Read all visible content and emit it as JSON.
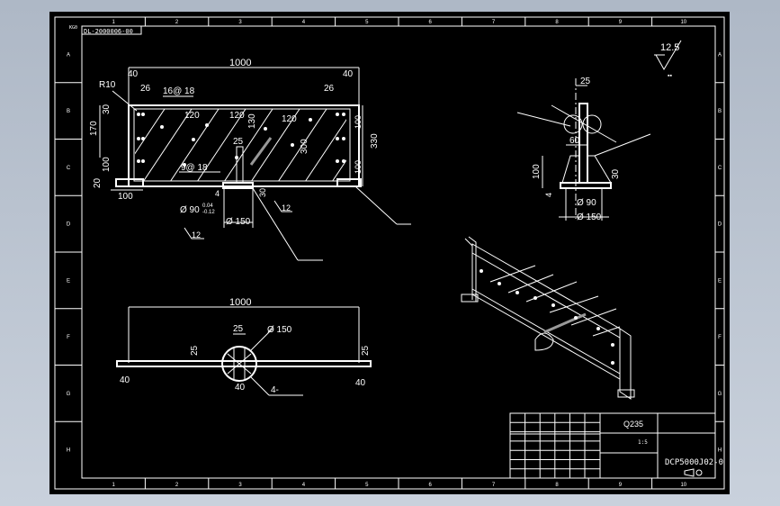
{
  "frame": {
    "cols": [
      "1",
      "2",
      "3",
      "4",
      "5",
      "6",
      "7",
      "8",
      "9",
      "10"
    ],
    "rows": [
      "A",
      "B",
      "C",
      "D",
      "E",
      "F",
      "G",
      "H"
    ],
    "title_code_top": "DL-2000006-00",
    "corner_mark": "KG0",
    "surface_roughness": "12.5"
  },
  "front_view": {
    "overall_width": "1000",
    "dim_left_40": "40",
    "dim_right_40": "40",
    "dim_26_left": "26",
    "dim_26_right": "26",
    "radius": "R10",
    "hole_spec": "16@ 18",
    "dim_120_a": "120",
    "dim_120_b": "120",
    "dim_120_c": "120",
    "dim_130": "130",
    "dim_330": "330",
    "dim_300": "300",
    "dim_170": "170",
    "dim_30": "30",
    "dim_100_left": "100",
    "dim_20": "20",
    "dim_100_bottom": "100",
    "dim_100_right_a": "100",
    "dim_100_right_b": "100",
    "dim_25": "25",
    "dim_4": "4",
    "dim_30b": "30",
    "hole_9": "9@ 18",
    "dia_90": "Ø 90",
    "dia_150": "Ø 150",
    "tol": "0.04",
    "tol2": "-0.12",
    "rough_a": "12",
    "rough_b": "12"
  },
  "side_view": {
    "dim_25": "25",
    "dim_60": "60",
    "dim_100": "100",
    "dim_4": "4",
    "dim_30": "30",
    "dia_90": "Ø 90",
    "dia_150": "Ø 150"
  },
  "top_view": {
    "overall_width": "1000",
    "dim_25_top": "25",
    "dim_25_left": "25",
    "dim_25_right": "25",
    "dia_150": "Ø 150",
    "dim_40_left": "40",
    "dim_40_right": "40",
    "dim_40_mid": "40",
    "note": "4-"
  },
  "title_block": {
    "material": "Q235",
    "drawing_no": "DCP5000J02-0",
    "scale": "1:5"
  }
}
